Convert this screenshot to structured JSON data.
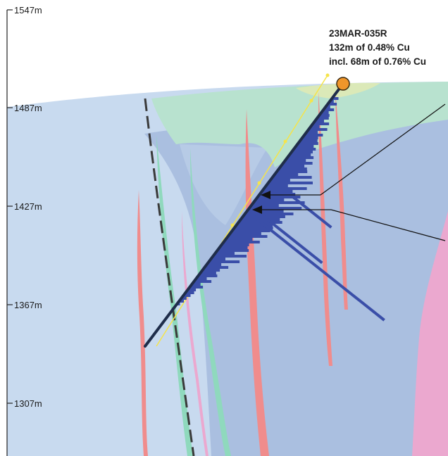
{
  "elevation_axis": {
    "ticks": [
      "1547m",
      "1487m",
      "1427m",
      "1367m",
      "1307m"
    ]
  },
  "drill_hole": {
    "id": "23MAR-035R",
    "intercept_main": "132m of 0.48% Cu",
    "intercept_incl": "incl. 68m of 0.76% Cu",
    "collar_color": "#f0962a"
  },
  "colors": {
    "background_unit": "#c8daef",
    "middle_unit": "#aabfe0",
    "overburden": "#b8e2cf",
    "collar_zone": "#dbe9b8",
    "pink_intrusive": "#eba8cf",
    "red_dykes": "#f08c8c",
    "green_dykes": "#8fd9bd",
    "histogram": "#3a4ea8",
    "drill_trace": "#1f2d4a",
    "survey_trace": "#f5e44a"
  }
}
